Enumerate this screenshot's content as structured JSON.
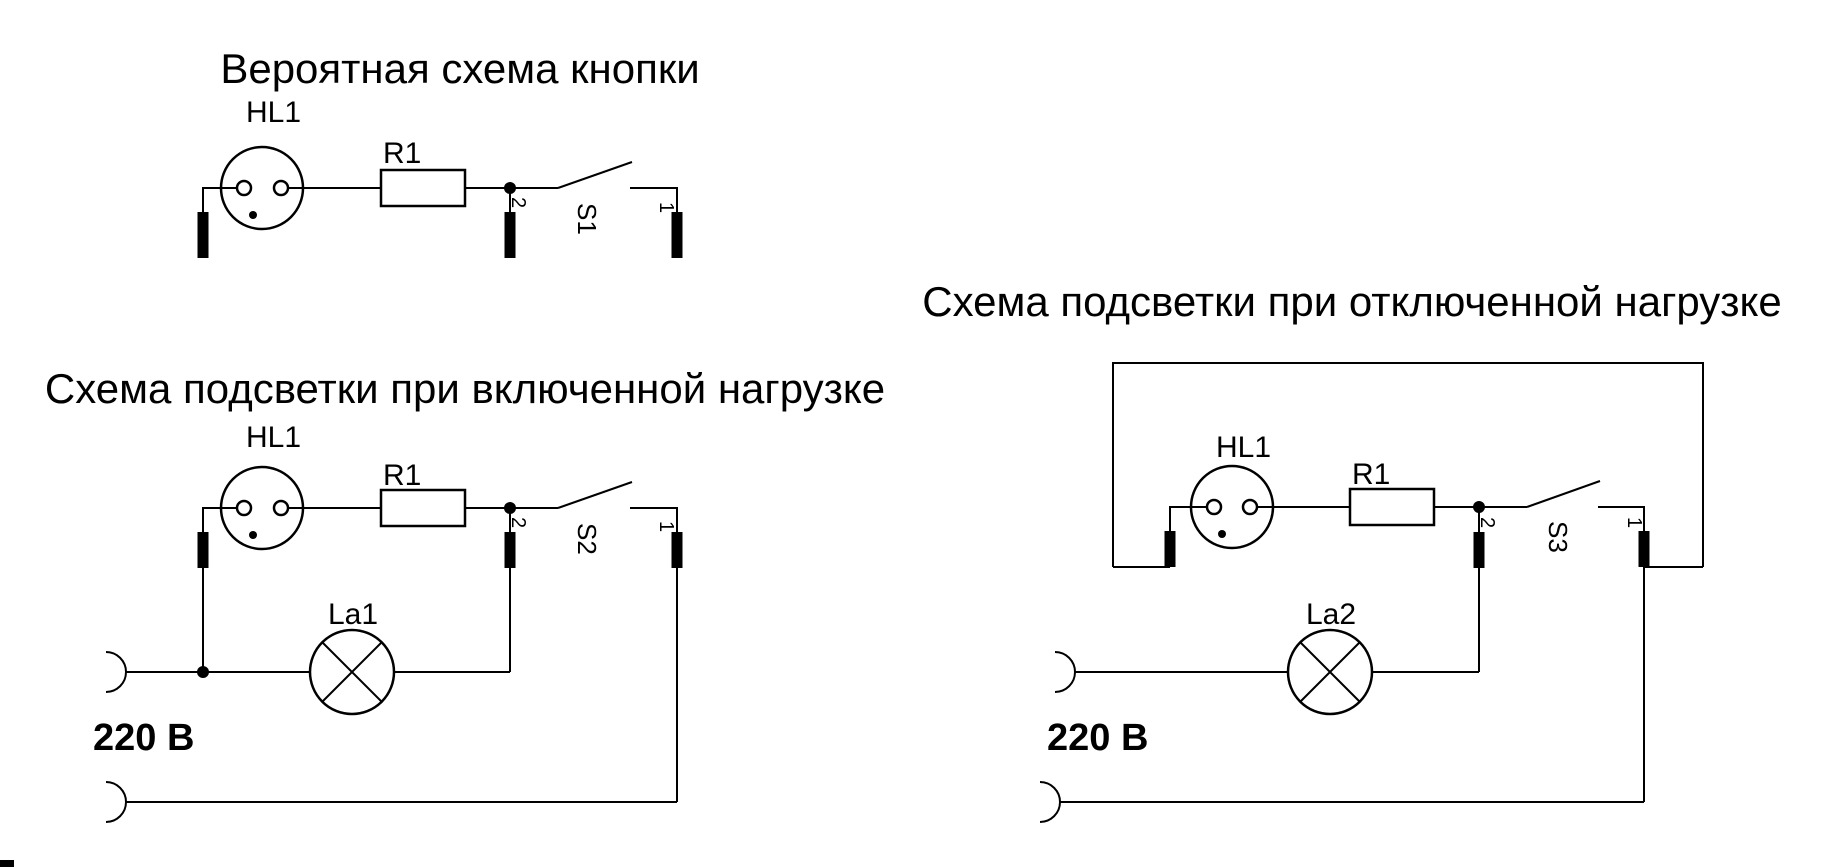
{
  "colors": {
    "title_green": "#1e8b1e",
    "voltage_red": "#d42323",
    "line_black": "#000000"
  },
  "circuit1": {
    "title": "Вероятная схема кнопки",
    "lamp_label": "HL1",
    "resistor_label": "R1",
    "switch_label": "S1",
    "pin2": "2",
    "pin1": "1"
  },
  "circuit2": {
    "title": "Схема подсветки при включенной нагрузке",
    "lamp_label": "HL1",
    "resistor_label": "R1",
    "switch_label": "S2",
    "load_label": "La1",
    "pin2": "2",
    "pin1": "1",
    "voltage": "220 В"
  },
  "circuit3": {
    "title": "Схема подсветки при отключенной нагрузке",
    "lamp_label": "HL1",
    "resistor_label": "R1",
    "switch_label": "S3",
    "load_label": "La2",
    "pin2": "2",
    "pin1": "1",
    "voltage": "220 В"
  }
}
